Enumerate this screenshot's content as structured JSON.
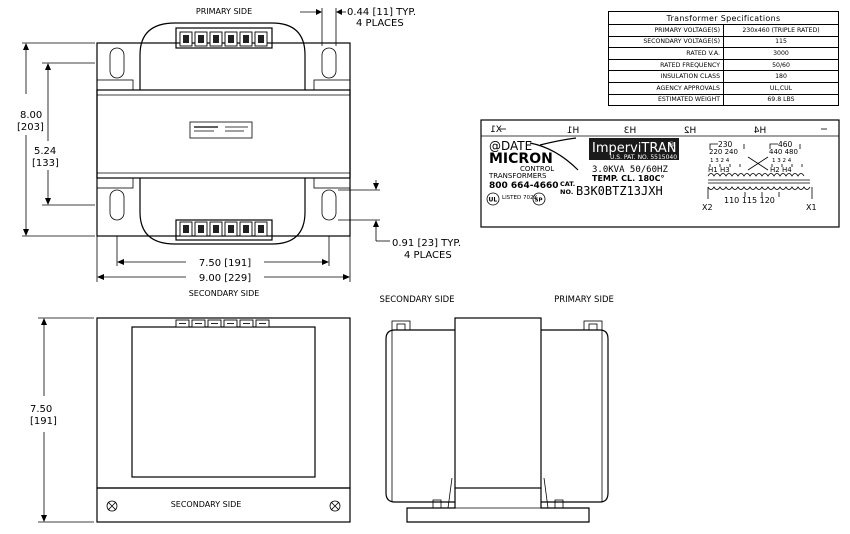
{
  "top_view": {
    "primary_side_label": "PRIMARY SIDE",
    "secondary_side_label": "SECONDARY SIDE",
    "slot_width_dim": "0.44 [11] TYP.",
    "slot_width_places": "4 PLACES",
    "slot_height_dim": "0.91 [23] TYP.",
    "slot_height_places": "4 PLACES",
    "overall_height_in": "8.00",
    "overall_height_mm": "[203]",
    "mount_spacing_v_in": "5.24",
    "mount_spacing_v_mm": "[133]",
    "mount_spacing_h": "7.50 [191]",
    "overall_width": "9.00 [229]"
  },
  "spec_table": {
    "title": "Transformer Specifications",
    "rows": [
      {
        "key": "PRIMARY VOLTAGE(S)",
        "value": "230x460 (TRIPLE RATED)"
      },
      {
        "key": "SECONDARY VOLTAGE(S)",
        "value": "115"
      },
      {
        "key": "RATED V.A.",
        "value": "3000"
      },
      {
        "key": "RATED FREQUENCY",
        "value": "50/60"
      },
      {
        "key": "INSULATION CLASS",
        "value": "180"
      },
      {
        "key": "AGENCY APPROVALS",
        "value": "UL,CUL"
      },
      {
        "key": "ESTIMATED WEIGHT",
        "value": "69.8 LBS"
      }
    ]
  },
  "nameplate": {
    "top_terminals": [
      "X1",
      "H1",
      "H3",
      "H2",
      "H4",
      "X2"
    ],
    "brand_line1": "@DATE",
    "brand_line2": "MICRON",
    "brand_line3": "CONTROL",
    "brand_line4": "TRANSFORMERS",
    "phone": "800 664-4660",
    "product": "ImperviTRAN",
    "patent": "U.S. PAT. NO. 5515040",
    "kva": "3.0KVA  50/60HZ",
    "temp": "TEMP. CL. 180C°",
    "cat_label": "CAT.\nNO.",
    "cat_no": "B3K0BTZ13JXH",
    "ul_listed": "LISTED 702X",
    "v230": "230",
    "v220_240": "220 240",
    "v460": "460",
    "v440_480": "440 480",
    "h_left": "H1    H3",
    "h_right": "H2    H4",
    "sec_volts": "110  115  120",
    "x2": "X2",
    "x1": "X1",
    "term_numbers": "1 3 2 4"
  },
  "front_view": {
    "height_in": "7.50",
    "height_mm": "[191]",
    "secondary_side_label": "SECONDARY SIDE"
  },
  "side_view": {
    "secondary_side_label": "SECONDARY SIDE",
    "primary_side_label": "PRIMARY SIDE"
  }
}
